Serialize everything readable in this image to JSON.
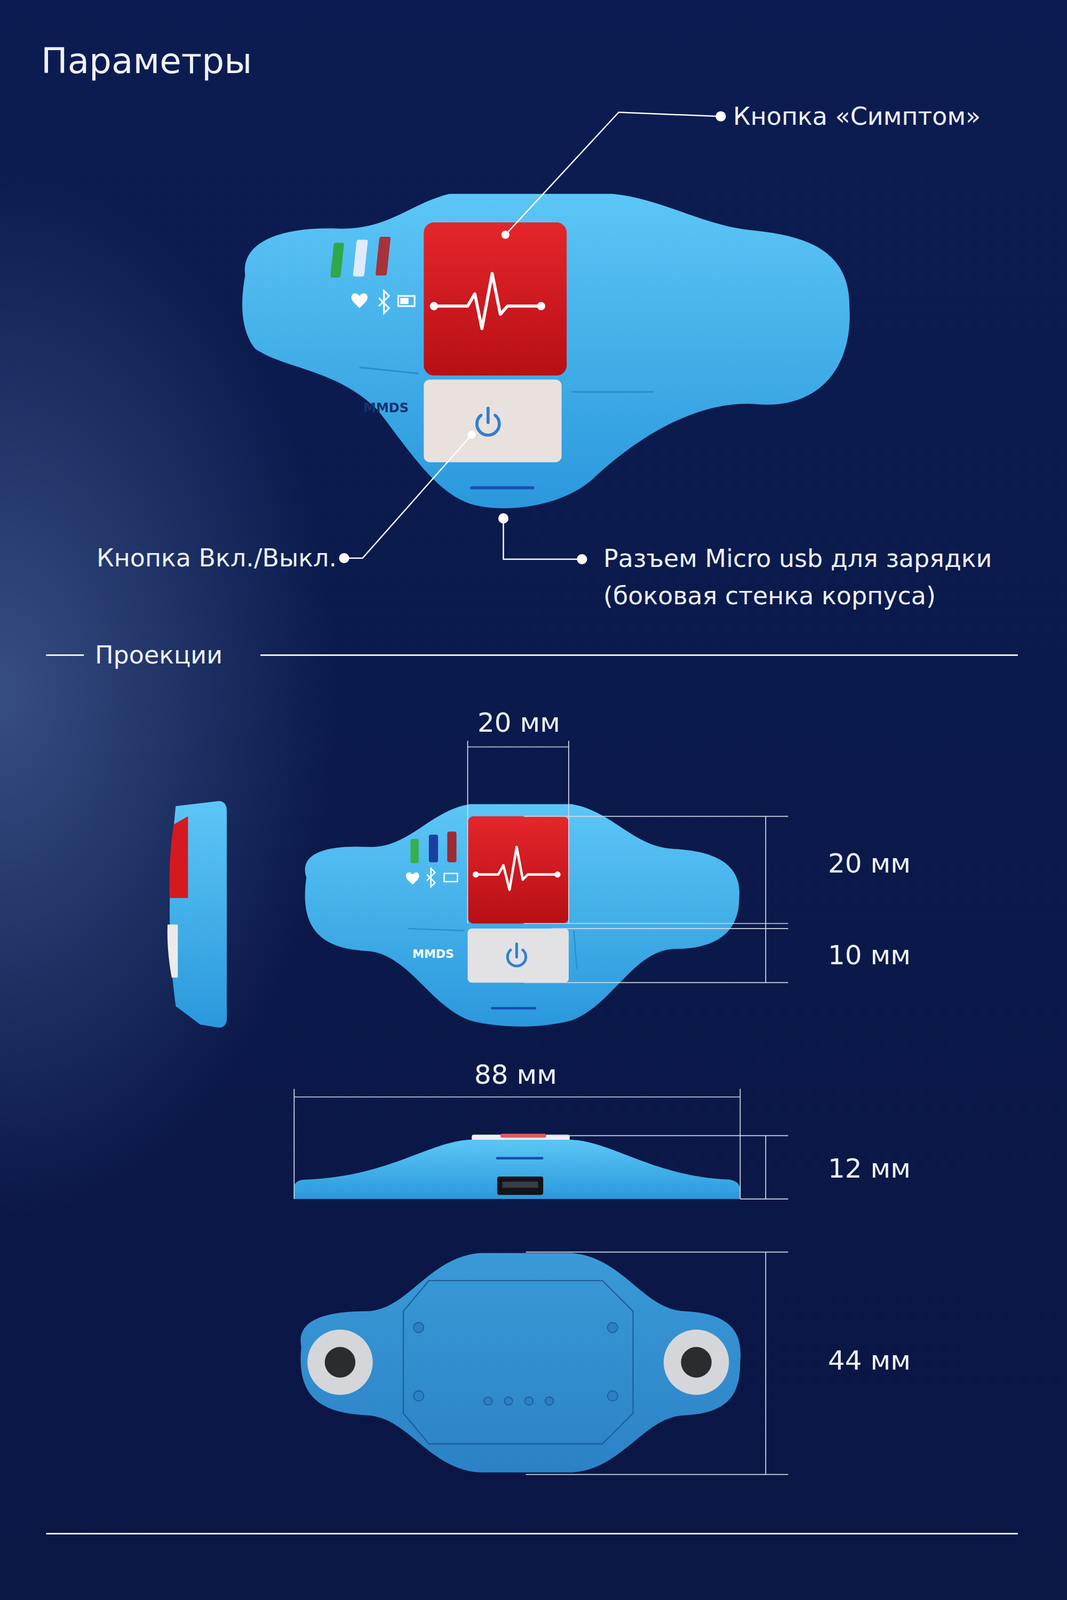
{
  "diagram": {
    "title": "Параметры",
    "labels": [
      "Кнопка «Симптом»",
      "MMDS",
      "Кнопка Вкл./Выкл.",
      "Разъем Micro usb для зарядки (боковая стенка корпуса)",
      "Проекции",
      "20 мм",
      "20 мм",
      "MMDS",
      "10 мм",
      "88 мм",
      "12 мм",
      "44 мм"
    ]
  }
}
